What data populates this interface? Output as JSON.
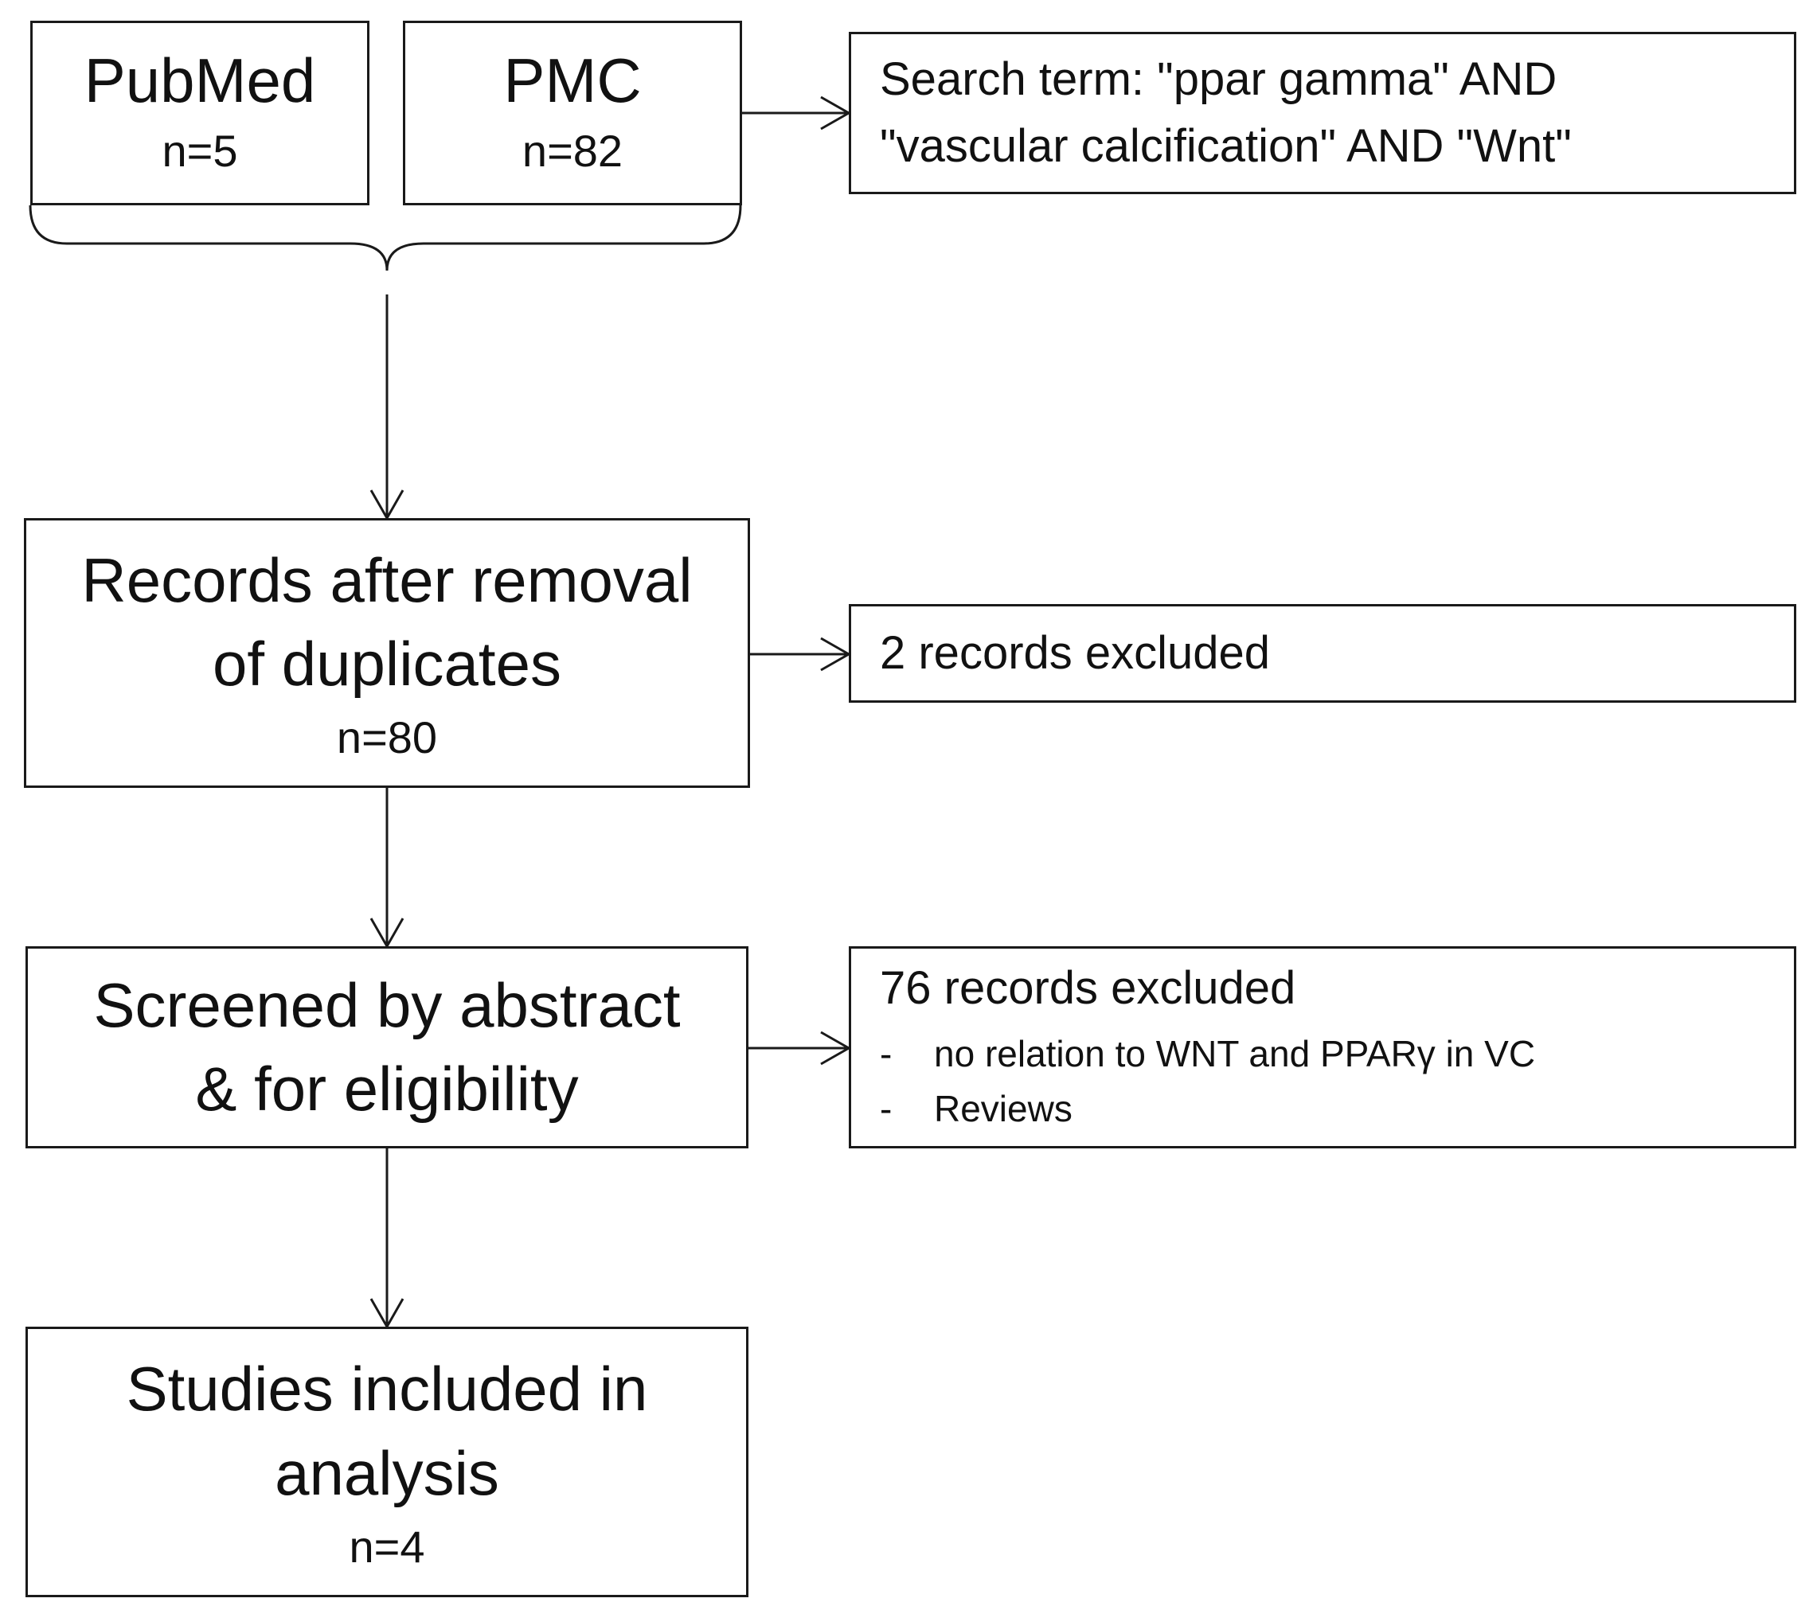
{
  "sources": [
    {
      "name": "PubMed",
      "n": "n=5"
    },
    {
      "name": "PMC",
      "n": "n=82"
    }
  ],
  "search": {
    "line1": "Search term: \"ppar gamma\" AND",
    "line2": "\"vascular calcification\" AND \"Wnt\""
  },
  "dedup": {
    "line1": "Records after removal",
    "line2": "of duplicates",
    "n": "n=80"
  },
  "excluded1": "2 records excluded",
  "screened": {
    "line1": "Screened by abstract",
    "line2": "& for eligibility"
  },
  "excluded2": {
    "title": "76 records excluded",
    "bullet_marker": "-",
    "reasons": [
      "no relation to WNT and PPARγ in VC",
      "Reviews"
    ]
  },
  "included": {
    "line1": "Studies included in",
    "line2": "analysis",
    "n": "n=4"
  }
}
